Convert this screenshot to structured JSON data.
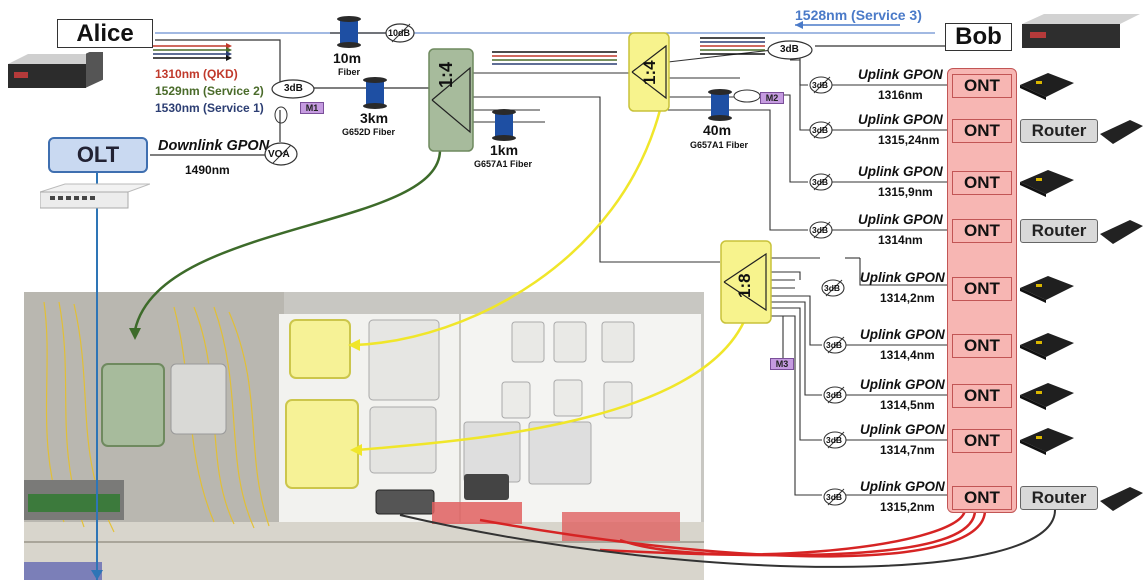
{
  "endpoints": {
    "alice": "Alice",
    "bob": "Bob",
    "olt": "OLT"
  },
  "wavelength_legend": [
    {
      "text": "1310nm (QKD)",
      "color": "#c0392b"
    },
    {
      "text": "1529nm (Service 2)",
      "color": "#4a6b2a"
    },
    {
      "text": "1530nm (Service 1)",
      "color": "#2c3e73"
    }
  ],
  "service3": "1528nm (Service 3)",
  "downlink": {
    "label": "Downlink GPON",
    "wavelength": "1490nm"
  },
  "components": {
    "voa": "VOA",
    "attenuator_top": "10dB",
    "coupler_alice": "3dB",
    "coupler_bob": "3dB",
    "splitter1": "1:4",
    "splitter2": "1:4",
    "splitter3": "1:8",
    "monitor1": "M1",
    "monitor2": "M2",
    "monitor3": "M3"
  },
  "fibers": {
    "top": {
      "length": "10m",
      "type": "Fiber"
    },
    "main": {
      "length": "3km",
      "type": "G652D Fiber"
    },
    "mid": {
      "length": "1km",
      "type": "G657A1 Fiber"
    },
    "drop": {
      "length": "40m",
      "type": "G657A1 Fiber"
    }
  },
  "onts": [
    {
      "attenuator": "3dB",
      "uplink": "Uplink GPON",
      "wavelength": "1316nm",
      "label": "ONT",
      "router": ""
    },
    {
      "attenuator": "3dB",
      "uplink": "Uplink GPON",
      "wavelength": "1315,24nm",
      "label": "ONT",
      "router": "Router"
    },
    {
      "attenuator": "3dB",
      "uplink": "Uplink GPON",
      "wavelength": "1315,9nm",
      "label": "ONT",
      "router": ""
    },
    {
      "attenuator": "3dB",
      "uplink": "Uplink GPON",
      "wavelength": "1314nm",
      "label": "ONT",
      "router": "Router"
    },
    {
      "attenuator": "3dB",
      "uplink": "Uplink GPON",
      "wavelength": "1314,2nm",
      "label": "ONT",
      "router": ""
    },
    {
      "attenuator": "3dB",
      "uplink": "Uplink GPON",
      "wavelength": "1314,4nm",
      "label": "ONT",
      "router": ""
    },
    {
      "attenuator": "3dB",
      "uplink": "Uplink GPON",
      "wavelength": "1314,5nm",
      "label": "ONT",
      "router": ""
    },
    {
      "attenuator": "3dB",
      "uplink": "Uplink GPON",
      "wavelength": "1314,7nm",
      "label": "ONT",
      "router": ""
    },
    {
      "attenuator": "3dB",
      "uplink": "Uplink GPON",
      "wavelength": "1315,2nm",
      "label": "ONT",
      "router": "Router"
    }
  ],
  "colors": {
    "qkd": "#c0392b",
    "service2": "#4a6b2a",
    "service1": "#2c3e73",
    "service3": "#4a7ac8",
    "splitter_green": "#a7bb9c",
    "splitter_yellow": "#f7f38d",
    "ont_column": "#f7b6b3",
    "olt_line": "#2e75b6"
  }
}
